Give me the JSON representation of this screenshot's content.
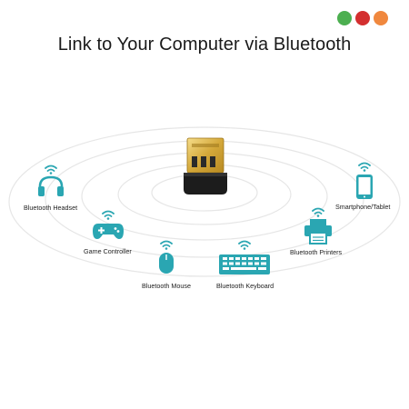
{
  "title": "Link to Your Computer via Bluetooth",
  "colors": {
    "accent": "#2aa6b2",
    "ring": "#e3e3e3",
    "dots": [
      "#4caf50",
      "#d32f2f",
      "#f0883e"
    ]
  },
  "devices": {
    "headset": {
      "label": "Bluetooth Headset",
      "icon": "headphones-icon"
    },
    "controller": {
      "label": "Game Controller",
      "icon": "gamepad-icon"
    },
    "mouse": {
      "label": "Bluetooth Mouse",
      "icon": "mouse-icon"
    },
    "keyboard": {
      "label": "Bluetooth Keyboard",
      "icon": "keyboard-icon"
    },
    "printer": {
      "label": "Bluetooth Printers",
      "icon": "printer-icon"
    },
    "phone": {
      "label": "Smartphone/Tablet",
      "icon": "smartphone-icon"
    }
  },
  "adapter": {
    "icon": "usb-bluetooth-adapter-icon"
  }
}
